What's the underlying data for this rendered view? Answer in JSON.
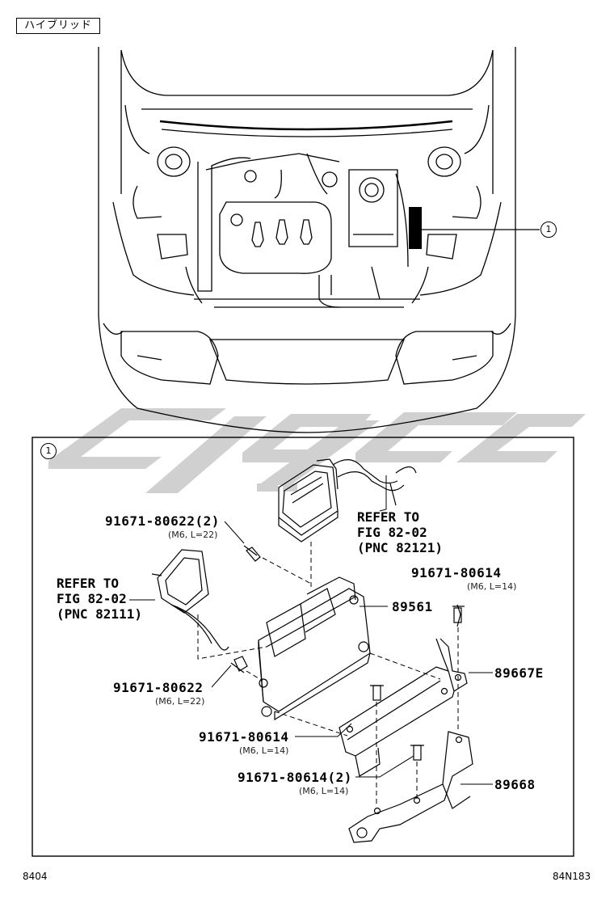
{
  "header": {
    "category_tag": "ハイブリッド"
  },
  "callouts": {
    "main_marker": "1",
    "detail_marker": "1"
  },
  "parts": [
    {
      "part_no": "91671-80622(2)",
      "spec": "(M6, L=22)"
    },
    {
      "part_no": "91671-80614",
      "spec": "(M6, L=14)"
    },
    {
      "part_no": "89561"
    },
    {
      "part_no": "89667E"
    },
    {
      "part_no": "91671-80622",
      "spec": "(M6, L=22)"
    },
    {
      "part_no": "91671-80614",
      "spec": "(M6, L=14)"
    },
    {
      "part_no": "91671-80614(2)",
      "spec": "(M6, L=14)"
    },
    {
      "part_no": "89668"
    }
  ],
  "references": [
    {
      "text": "REFER TO\nFIG 82-02\n(PNC 82121)"
    },
    {
      "text": "REFER TO\nFIG 82-02\n(PNC 82111)"
    }
  ],
  "footer": {
    "page_code": "8404",
    "figure_code": "84N183"
  },
  "colors": {
    "line": "#000000",
    "watermark": "#c8c8c8",
    "background": "#ffffff"
  }
}
